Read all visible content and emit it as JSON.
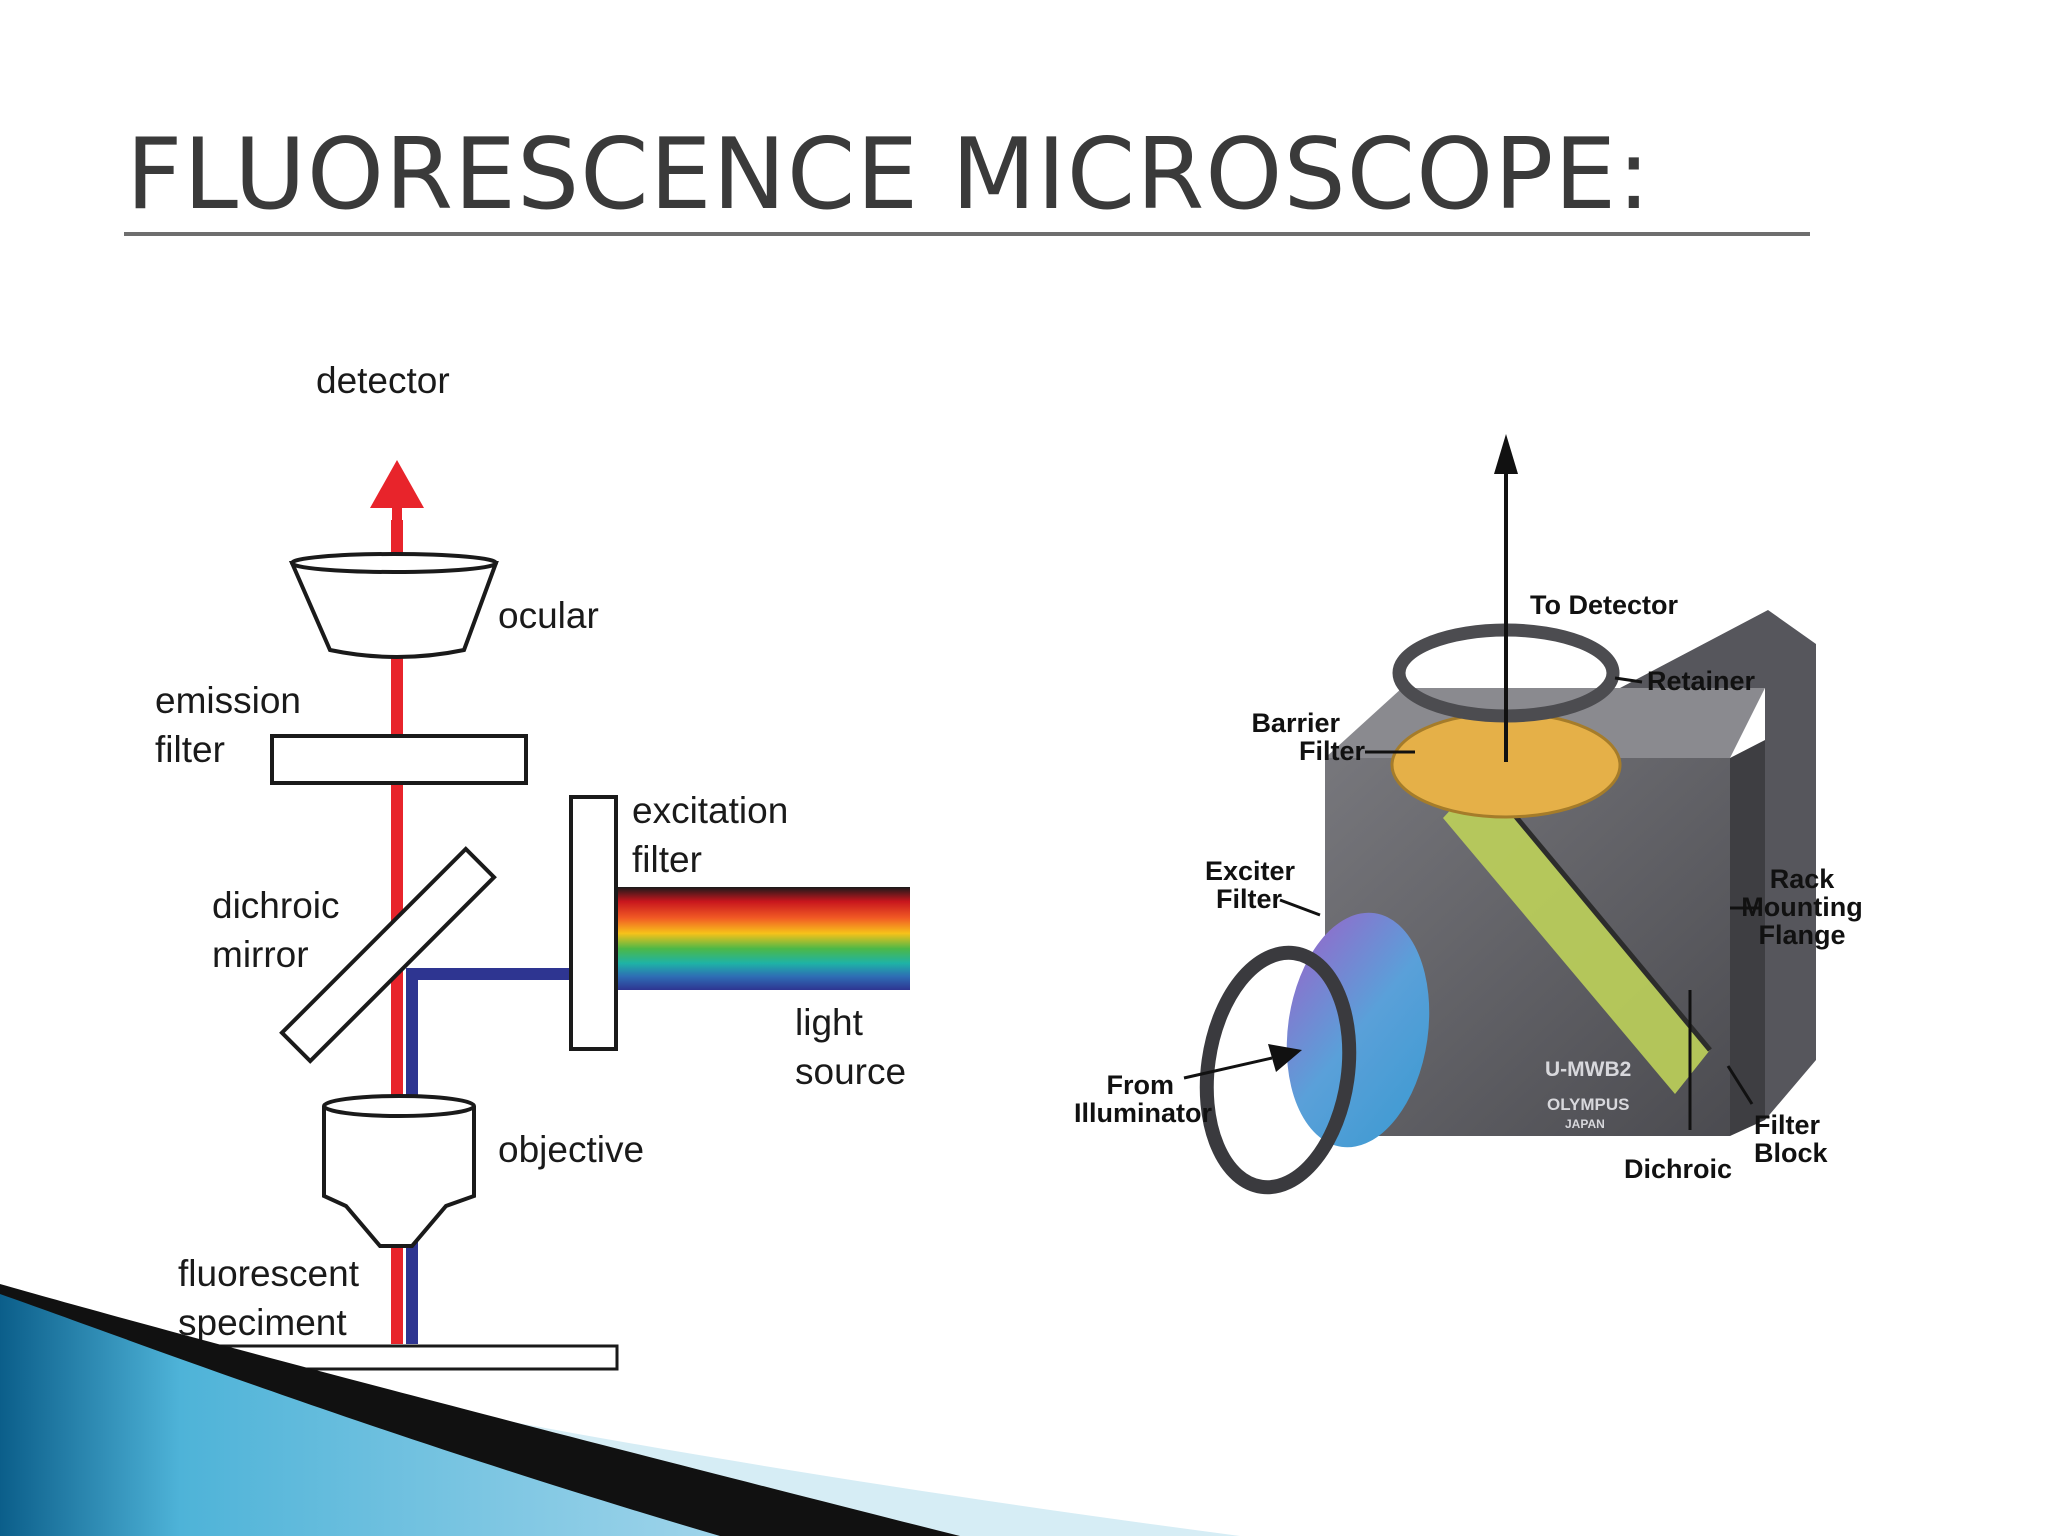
{
  "slide": {
    "title": "FLUORESCENCE MICROSCOPE:"
  },
  "left_diagram": {
    "labels": {
      "detector": "detector",
      "ocular": "ocular",
      "emission_1": "emission",
      "emission_2": "filter",
      "excitation_1": "excitation",
      "excitation_2": "filter",
      "dichroic_1": "dichroic",
      "dichroic_2": "mirror",
      "light_1": "light",
      "light_2": "source",
      "objective": "objective",
      "specimen_1": "fluorescent",
      "specimen_2": "speciment"
    },
    "colors": {
      "emission_beam": "#e8242b",
      "excitation_beam": "#2e3591",
      "spectrum": [
        "#1a1a1a",
        "#c8161d",
        "#f15a24",
        "#f7c21a",
        "#4cb848",
        "#1eb3a6",
        "#2e6db4",
        "#2e3591"
      ]
    }
  },
  "right_diagram": {
    "labels": {
      "to_detector": "To Detector",
      "retainer": "Retainer",
      "barrier_1": "Barrier",
      "barrier_2": "Filter",
      "exciter_1": "Exciter",
      "exciter_2": "Filter",
      "rack_1": "Rack",
      "rack_2": "Mounting",
      "rack_3": "Flange",
      "from_1": "From",
      "from_2": "Illuminator",
      "filter_block_1": "Filter",
      "filter_block_2": "Block",
      "dichroic": "Dichroic",
      "engraving_1": "U-MWB2",
      "engraving_2": "OLYMPUS",
      "engraving_3": "JAPAN"
    }
  },
  "theme": {
    "swoosh_colors": [
      "#0b5e8a",
      "#4eb3d8",
      "#d6edf5"
    ]
  }
}
